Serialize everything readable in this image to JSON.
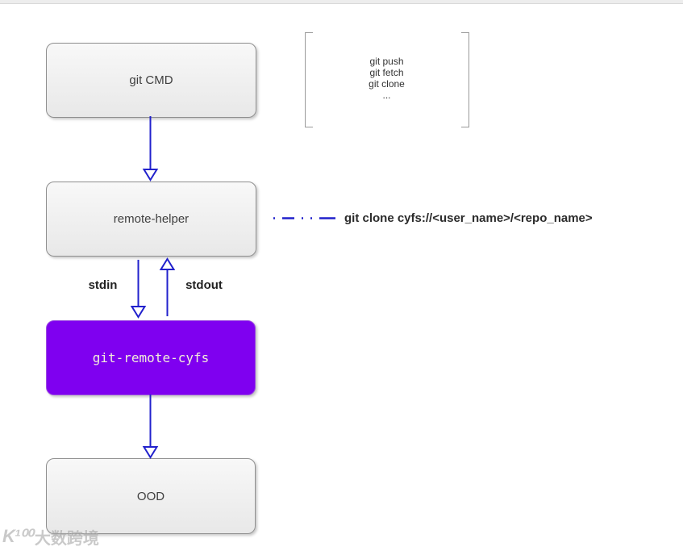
{
  "diagram": {
    "nodes": {
      "git_cmd": {
        "label": "git CMD"
      },
      "remote_helper": {
        "label": "remote-helper"
      },
      "git_remote_cyfs": {
        "label": "git-remote-cyfs"
      },
      "ood": {
        "label": "OOD"
      }
    },
    "bracket_note": {
      "lines": [
        "git push",
        "git fetch",
        "git clone",
        "..."
      ]
    },
    "labels": {
      "stdin": "stdin",
      "stdout": "stdout",
      "command": "git clone cyfs://<user_name>/<repo_name>"
    },
    "colors": {
      "arrow_blue": "#2121cc",
      "node_purple": "#7f00f0",
      "node_fill_top": "#f8f8f8",
      "node_fill_bottom": "#e8e8e8",
      "node_border": "#8f8f8f",
      "purple_text": "#f2edda",
      "text_dark": "#404040"
    }
  },
  "watermark": {
    "logo": "K¹⁰⁰",
    "text": "大数跨境"
  }
}
